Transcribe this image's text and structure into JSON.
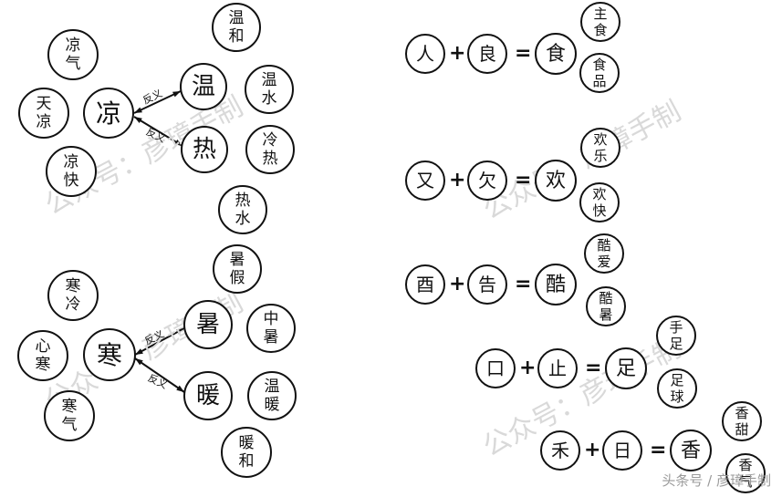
{
  "watermarks": [
    "公众号：彦璋手制",
    "公众号：彦璋手制",
    "公众号：彦璋手制",
    "公众号：彦璋手制"
  ],
  "credit": "头条号 / 彦璋手制",
  "antonym_label": "反义",
  "groups": {
    "liang": {
      "center": "凉",
      "around": [
        "凉\n气",
        "天\n凉",
        "凉\n快"
      ],
      "targets": [
        "温",
        "热"
      ],
      "words": [
        "温\n和",
        "温\n水",
        "冷\n热",
        "热\n水"
      ]
    },
    "han": {
      "center": "寒",
      "around": [
        "寒\n冷",
        "心\n寒",
        "寒\n气"
      ],
      "targets": [
        "暑",
        "暖"
      ],
      "words": [
        "暑\n假",
        "中\n暑",
        "温\n暖",
        "暖\n和"
      ]
    }
  },
  "equations": [
    {
      "a": "人",
      "b": "良",
      "r": "食",
      "words": [
        "主\n食",
        "食\n品"
      ]
    },
    {
      "a": "又",
      "b": "欠",
      "r": "欢",
      "words": [
        "欢\n乐",
        "欢\n快"
      ]
    },
    {
      "a": "酉",
      "b": "告",
      "r": "酷",
      "words": [
        "酷\n爱",
        "酷\n暑"
      ]
    },
    {
      "a": "口",
      "b": "止",
      "r": "足",
      "words": [
        "手\n足",
        "足\n球"
      ]
    },
    {
      "a": "禾",
      "b": "日",
      "r": "香",
      "words": [
        "香\n甜",
        "香\n气"
      ]
    }
  ],
  "symbols": {
    "plus": "+",
    "equals": "="
  }
}
